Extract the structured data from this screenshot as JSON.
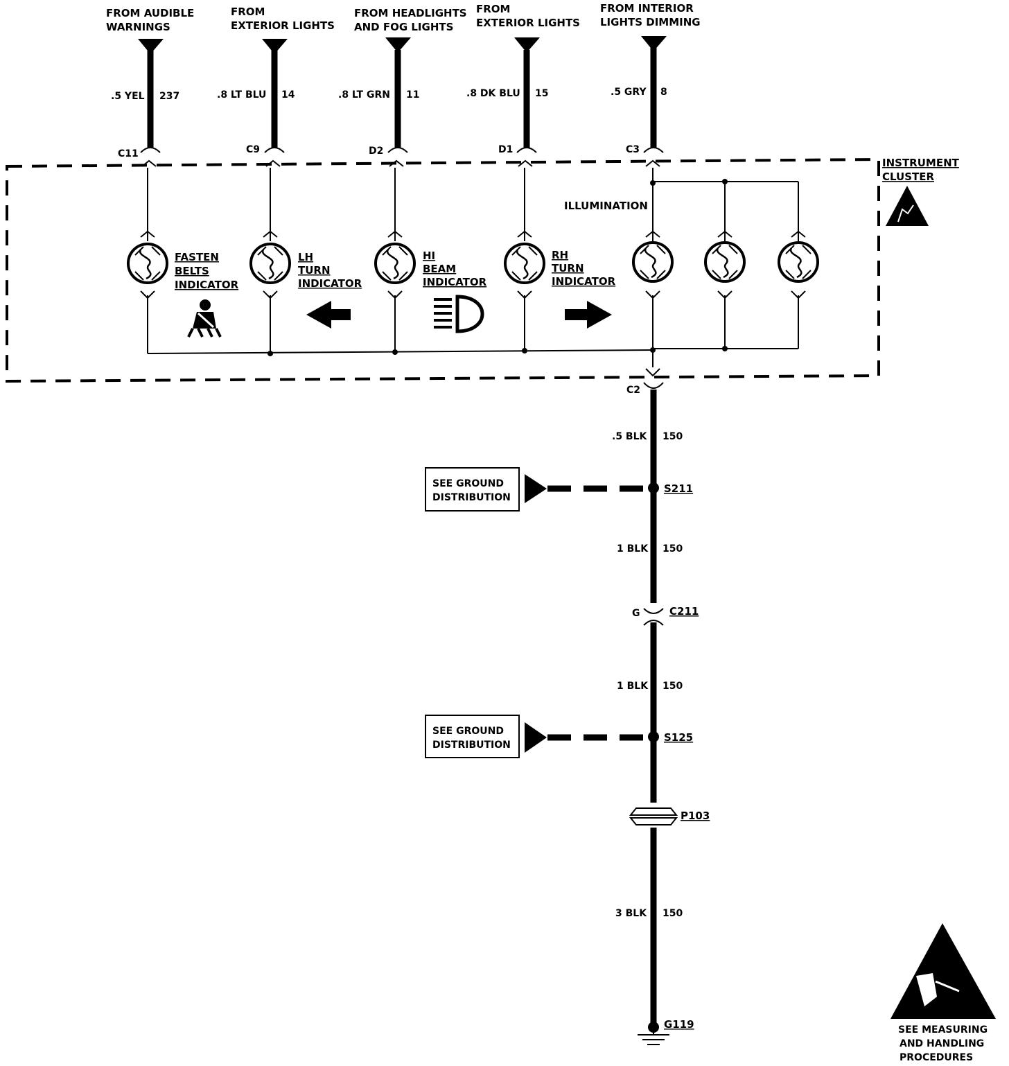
{
  "sources": [
    {
      "line1": "FROM AUDIBLE",
      "line2": "WARNINGS",
      "wire_size": ".5 YEL",
      "circuit": "237",
      "connector": "C11"
    },
    {
      "line1": "FROM",
      "line2": "EXTERIOR LIGHTS",
      "wire_size": ".8 LT BLU",
      "circuit": "14",
      "connector": "C9"
    },
    {
      "line1": "FROM HEADLIGHTS",
      "line2": "AND FOG LIGHTS",
      "wire_size": ".8 LT GRN",
      "circuit": "11",
      "connector": "D2"
    },
    {
      "line1": "FROM",
      "line2": "EXTERIOR LIGHTS",
      "wire_size": ".8 DK BLU",
      "circuit": "15",
      "connector": "D1"
    },
    {
      "line1": "FROM INTERIOR",
      "line2": "LIGHTS DIMMING",
      "wire_size": ".5 GRY",
      "circuit": "8",
      "connector": "C3"
    }
  ],
  "cluster": {
    "line1": "INSTRUMENT",
    "line2": "CLUSTER"
  },
  "illumination": "ILLUMINATION",
  "indicators": [
    {
      "l1": "FASTEN",
      "l2": "BELTS",
      "l3": "INDICATOR"
    },
    {
      "l1": "LH",
      "l2": "TURN",
      "l3": "INDICATOR"
    },
    {
      "l1": "HI",
      "l2": "BEAM",
      "l3": "INDICATOR"
    },
    {
      "l1": "RH",
      "l2": "TURN",
      "l3": "INDICATOR"
    }
  ],
  "ground": {
    "c2": "C2",
    "seg1": {
      "size": ".5 BLK",
      "circuit": "150"
    },
    "s211": "S211",
    "see1": {
      "line1": "SEE GROUND",
      "line2": "DISTRIBUTION"
    },
    "seg2": {
      "size": "1 BLK",
      "circuit": "150"
    },
    "c211_pin": "G",
    "c211": "C211",
    "seg3": {
      "size": "1 BLK",
      "circuit": "150"
    },
    "s125": "S125",
    "see2": {
      "line1": "SEE GROUND",
      "line2": "DISTRIBUTION"
    },
    "p103": "P103",
    "seg4": {
      "size": "3 BLK",
      "circuit": "150"
    },
    "g119": "G119"
  },
  "esd": {
    "line1": "SEE MEASURING",
    "line2": "AND HANDLING",
    "line3": "PROCEDURES"
  }
}
